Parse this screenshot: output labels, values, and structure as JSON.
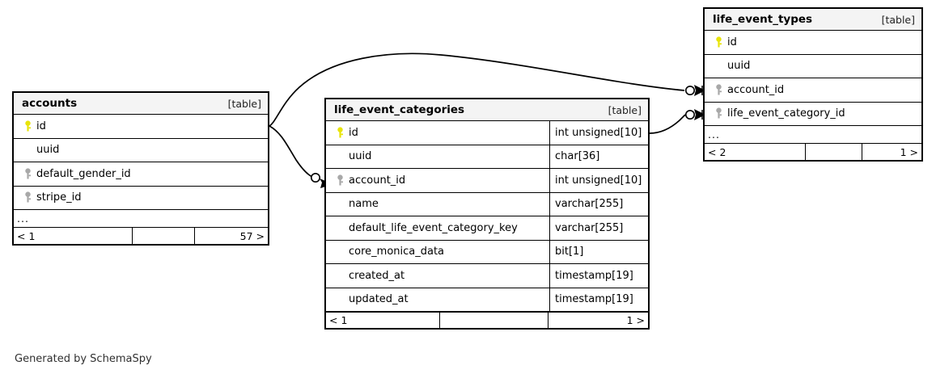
{
  "diagram": {
    "type": "schemaspy-er-diagram",
    "credit": "Generated by SchemaSpy",
    "table_tag": "[table]",
    "ellipsis": "...",
    "colors": {
      "primary_key": "#e8e409",
      "foreign_key": "#a8a8a8",
      "header_bg": "#f4f4f4",
      "border": "#000000",
      "background": "#ffffff",
      "text": "#000000"
    }
  },
  "tables": [
    {
      "id": "accounts",
      "name": "accounts",
      "tag": "[table]",
      "show_types": false,
      "columns": [
        {
          "name": "id",
          "key": "primary",
          "type": ""
        },
        {
          "name": "uuid",
          "key": "none",
          "type": ""
        },
        {
          "name": "default_gender_id",
          "key": "foreign",
          "type": ""
        },
        {
          "name": "stripe_id",
          "key": "foreign",
          "type": ""
        }
      ],
      "truncated": "...",
      "footer": {
        "left": "< 1",
        "middle": "",
        "right": "57 >"
      }
    },
    {
      "id": "life_event_categories",
      "name": "life_event_categories",
      "tag": "[table]",
      "show_types": true,
      "columns": [
        {
          "name": "id",
          "key": "primary",
          "type": "int unsigned[10]"
        },
        {
          "name": "uuid",
          "key": "none",
          "type": "char[36]"
        },
        {
          "name": "account_id",
          "key": "foreign",
          "type": "int unsigned[10]"
        },
        {
          "name": "name",
          "key": "none",
          "type": "varchar[255]"
        },
        {
          "name": "default_life_event_category_key",
          "key": "none",
          "type": "varchar[255]"
        },
        {
          "name": "core_monica_data",
          "key": "none",
          "type": "bit[1]"
        },
        {
          "name": "created_at",
          "key": "none",
          "type": "timestamp[19]"
        },
        {
          "name": "updated_at",
          "key": "none",
          "type": "timestamp[19]"
        }
      ],
      "truncated": null,
      "footer": {
        "left": "< 1",
        "middle": "",
        "right": "1 >"
      }
    },
    {
      "id": "life_event_types",
      "name": "life_event_types",
      "tag": "[table]",
      "show_types": false,
      "columns": [
        {
          "name": "id",
          "key": "primary",
          "type": ""
        },
        {
          "name": "uuid",
          "key": "none",
          "type": ""
        },
        {
          "name": "account_id",
          "key": "foreign",
          "type": ""
        },
        {
          "name": "life_event_category_id",
          "key": "foreign",
          "type": ""
        }
      ],
      "truncated": "...",
      "footer": {
        "left": "< 2",
        "middle": "",
        "right": "1 >"
      }
    }
  ],
  "relationships": [
    {
      "from": "accounts.id",
      "to": "life_event_categories.account_id",
      "cardinality": "one-to-many"
    },
    {
      "from": "accounts.id",
      "to": "life_event_types.account_id",
      "cardinality": "one-to-many"
    },
    {
      "from": "life_event_categories.id",
      "to": "life_event_types.life_event_category_id",
      "cardinality": "one-to-many"
    }
  ]
}
